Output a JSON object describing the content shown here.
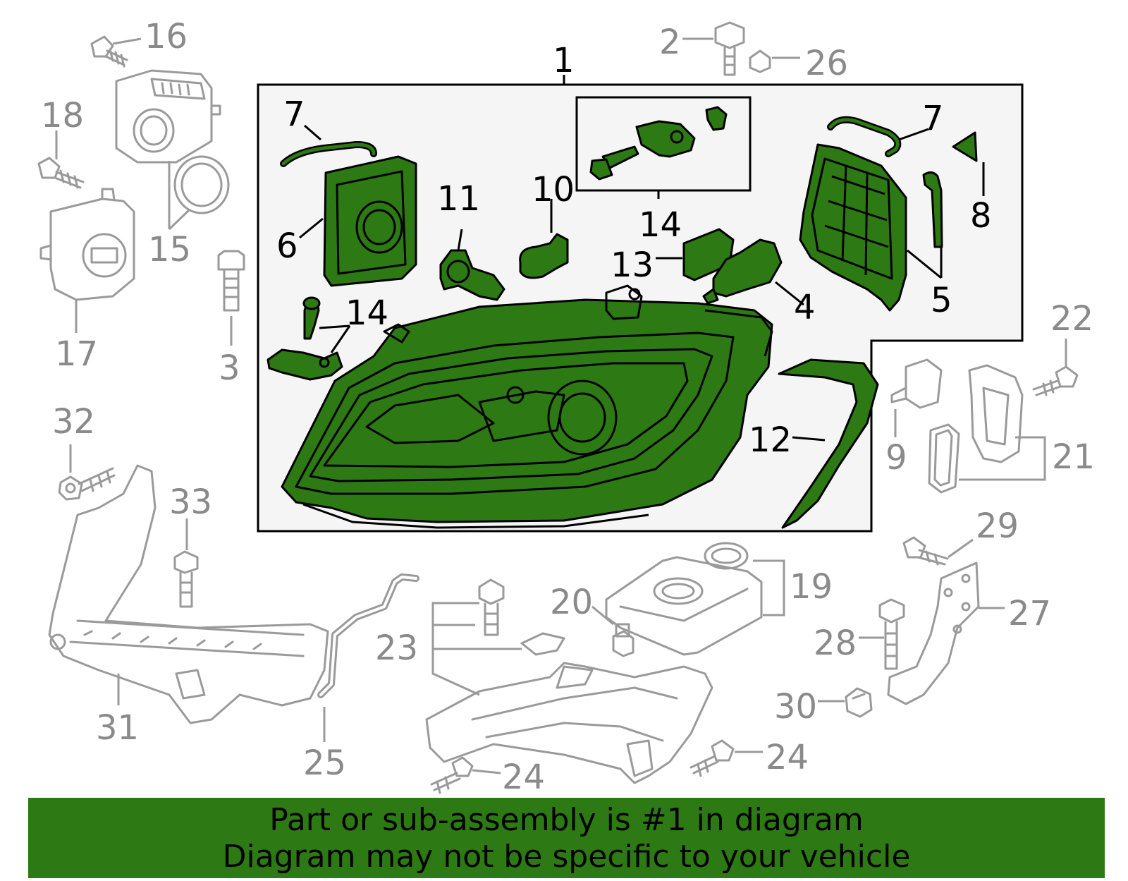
{
  "labels": {
    "l1": "1",
    "l2": "2",
    "l3": "3",
    "l4": "4",
    "l5": "5",
    "l6": "6",
    "l7a": "7",
    "l7b": "7",
    "l8": "8",
    "l9": "9",
    "l10": "10",
    "l11": "11",
    "l12": "12",
    "l13": "13",
    "l14a": "14",
    "l14b": "14",
    "l15": "15",
    "l16": "16",
    "l17": "17",
    "l18": "18",
    "l19": "19",
    "l20": "20",
    "l21": "21",
    "l22": "22",
    "l23": "23",
    "l24a": "24",
    "l24b": "24",
    "l25": "25",
    "l26": "26",
    "l27": "27",
    "l28": "28",
    "l29": "29",
    "l30": "30",
    "l31": "31",
    "l32": "32",
    "l33": "33"
  },
  "banner": {
    "line1": "Part or sub-assembly is #1 in diagram",
    "line2": "Diagram may not be specific to your vehicle"
  },
  "colors": {
    "highlight": "#2d7a14",
    "outline": "#000000",
    "other_parts": "#9a9a9a",
    "assembly_panel": "#f5f5f5"
  }
}
